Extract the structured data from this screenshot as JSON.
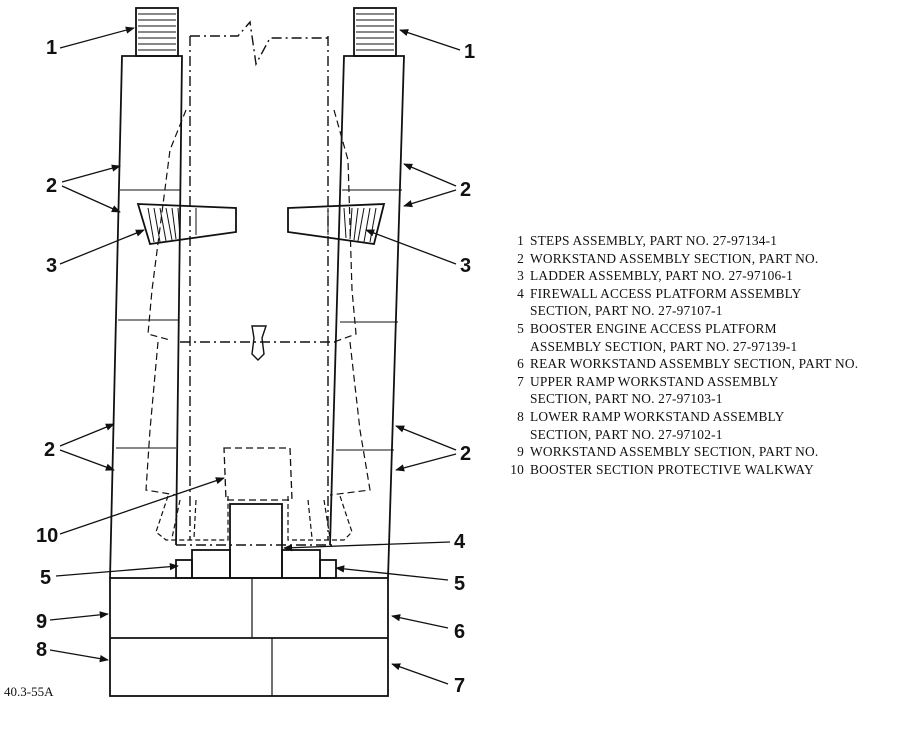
{
  "figure_id": "40.3-55A",
  "callouts": {
    "c1_left": "1",
    "c1_right": "1",
    "c2_upper_left": "2",
    "c2_upper_right": "2",
    "c3_left": "3",
    "c3_right": "3",
    "c2_lower_left": "2",
    "c2_lower_right": "2",
    "c10": "10",
    "c4": "4",
    "c5_left": "5",
    "c5_right": "5",
    "c9": "9",
    "c6": "6",
    "c8": "8",
    "c7": "7"
  },
  "legend": [
    {
      "num": "1",
      "lines": [
        "STEPS ASSEMBLY, PART NO. 27-97134-1"
      ]
    },
    {
      "num": "2",
      "lines": [
        "WORKSTAND ASSEMBLY SECTION, PART NO."
      ]
    },
    {
      "num": "3",
      "lines": [
        "LADDER ASSEMBLY, PART NO. 27-97106-1"
      ]
    },
    {
      "num": "4",
      "lines": [
        "FIREWALL ACCESS PLATFORM ASSEMBLY",
        "SECTION, PART NO. 27-97107-1"
      ]
    },
    {
      "num": "5",
      "lines": [
        "BOOSTER ENGINE ACCESS PLATFORM",
        "ASSEMBLY SECTION, PART NO. 27-97139-1"
      ]
    },
    {
      "num": "6",
      "lines": [
        "REAR WORKSTAND ASSEMBLY SECTION, PART NO."
      ]
    },
    {
      "num": "7",
      "lines": [
        "UPPER RAMP WORKSTAND ASSEMBLY",
        "SECTION, PART NO. 27-97103-1"
      ]
    },
    {
      "num": "8",
      "lines": [
        "LOWER RAMP WORKSTAND ASSEMBLY",
        "SECTION, PART NO. 27-97102-1"
      ]
    },
    {
      "num": "9",
      "lines": [
        "WORKSTAND ASSEMBLY SECTION, PART NO."
      ]
    },
    {
      "num": "10",
      "lines": [
        "BOOSTER SECTION PROTECTIVE WALKWAY"
      ]
    }
  ]
}
